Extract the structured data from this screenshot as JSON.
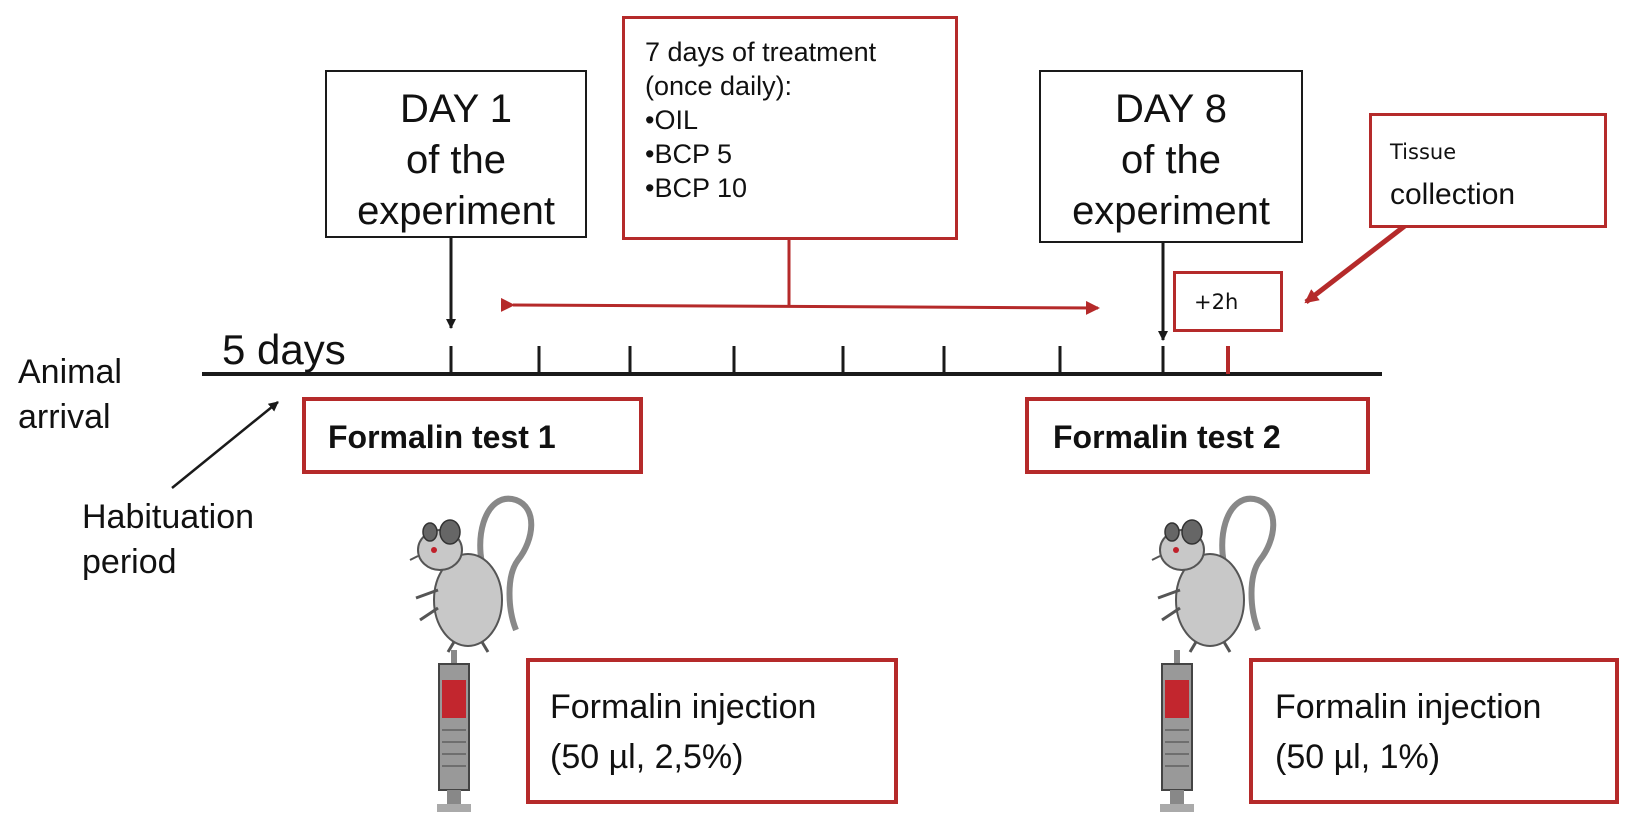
{
  "timeline": {
    "habituation_duration": "5 days"
  },
  "day1_box": {
    "lines": [
      "DAY 1",
      "of the",
      "experiment"
    ]
  },
  "day8_box": {
    "lines": [
      "DAY 8",
      "of the",
      "experiment"
    ]
  },
  "treatment_box": {
    "heading": [
      "7 days of treatment",
      "(once daily):"
    ],
    "items": [
      "•OIL",
      "•BCP 5",
      "•BCP 10"
    ]
  },
  "tissue_box": {
    "line1": "Tissue",
    "line2": "collection"
  },
  "plus2h_box": {
    "label": "+2h"
  },
  "animal_arrival": {
    "lines": [
      "Animal",
      "arrival"
    ]
  },
  "habituation": {
    "lines": [
      "Habituation",
      "period"
    ]
  },
  "formalin_test_1": {
    "label": "Formalin test 1"
  },
  "formalin_test_2": {
    "label": "Formalin test 2"
  },
  "injection_1": {
    "lines": [
      "Formalin injection",
      "(50 µl, 2,5%)"
    ]
  },
  "injection_2": {
    "lines": [
      "Formalin injection",
      "(50 µl, 1%)"
    ]
  },
  "colors": {
    "accent_red": "#b52a2a",
    "line_black": "#1a1a1a",
    "rat_gray": "#c8c8c8"
  }
}
